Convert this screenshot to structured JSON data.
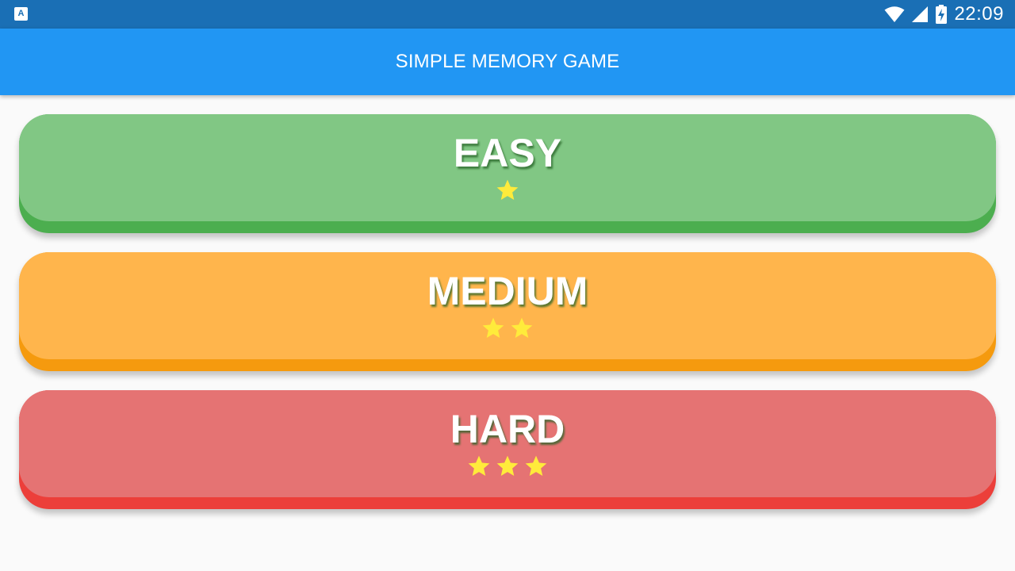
{
  "status_bar": {
    "time": "22:09",
    "app_icon_letter": "A",
    "icons": [
      "wifi-icon",
      "signal-icon",
      "battery-charging-icon"
    ]
  },
  "app_bar": {
    "title": "SIMPLE MEMORY GAME"
  },
  "levels": [
    {
      "label": "EASY",
      "stars": 1,
      "face_color": "#81c784",
      "base_color": "#4cae4f"
    },
    {
      "label": "MEDIUM",
      "stars": 2,
      "face_color": "#ffb54c",
      "base_color": "#f59a0e"
    },
    {
      "label": "HARD",
      "stars": 3,
      "face_color": "#e57373",
      "base_color": "#ec3f3a"
    }
  ],
  "colors": {
    "status_bar": "#1a6fb5",
    "app_bar": "#2196f3",
    "background": "#fafafa",
    "star": "#ffeb3b"
  }
}
